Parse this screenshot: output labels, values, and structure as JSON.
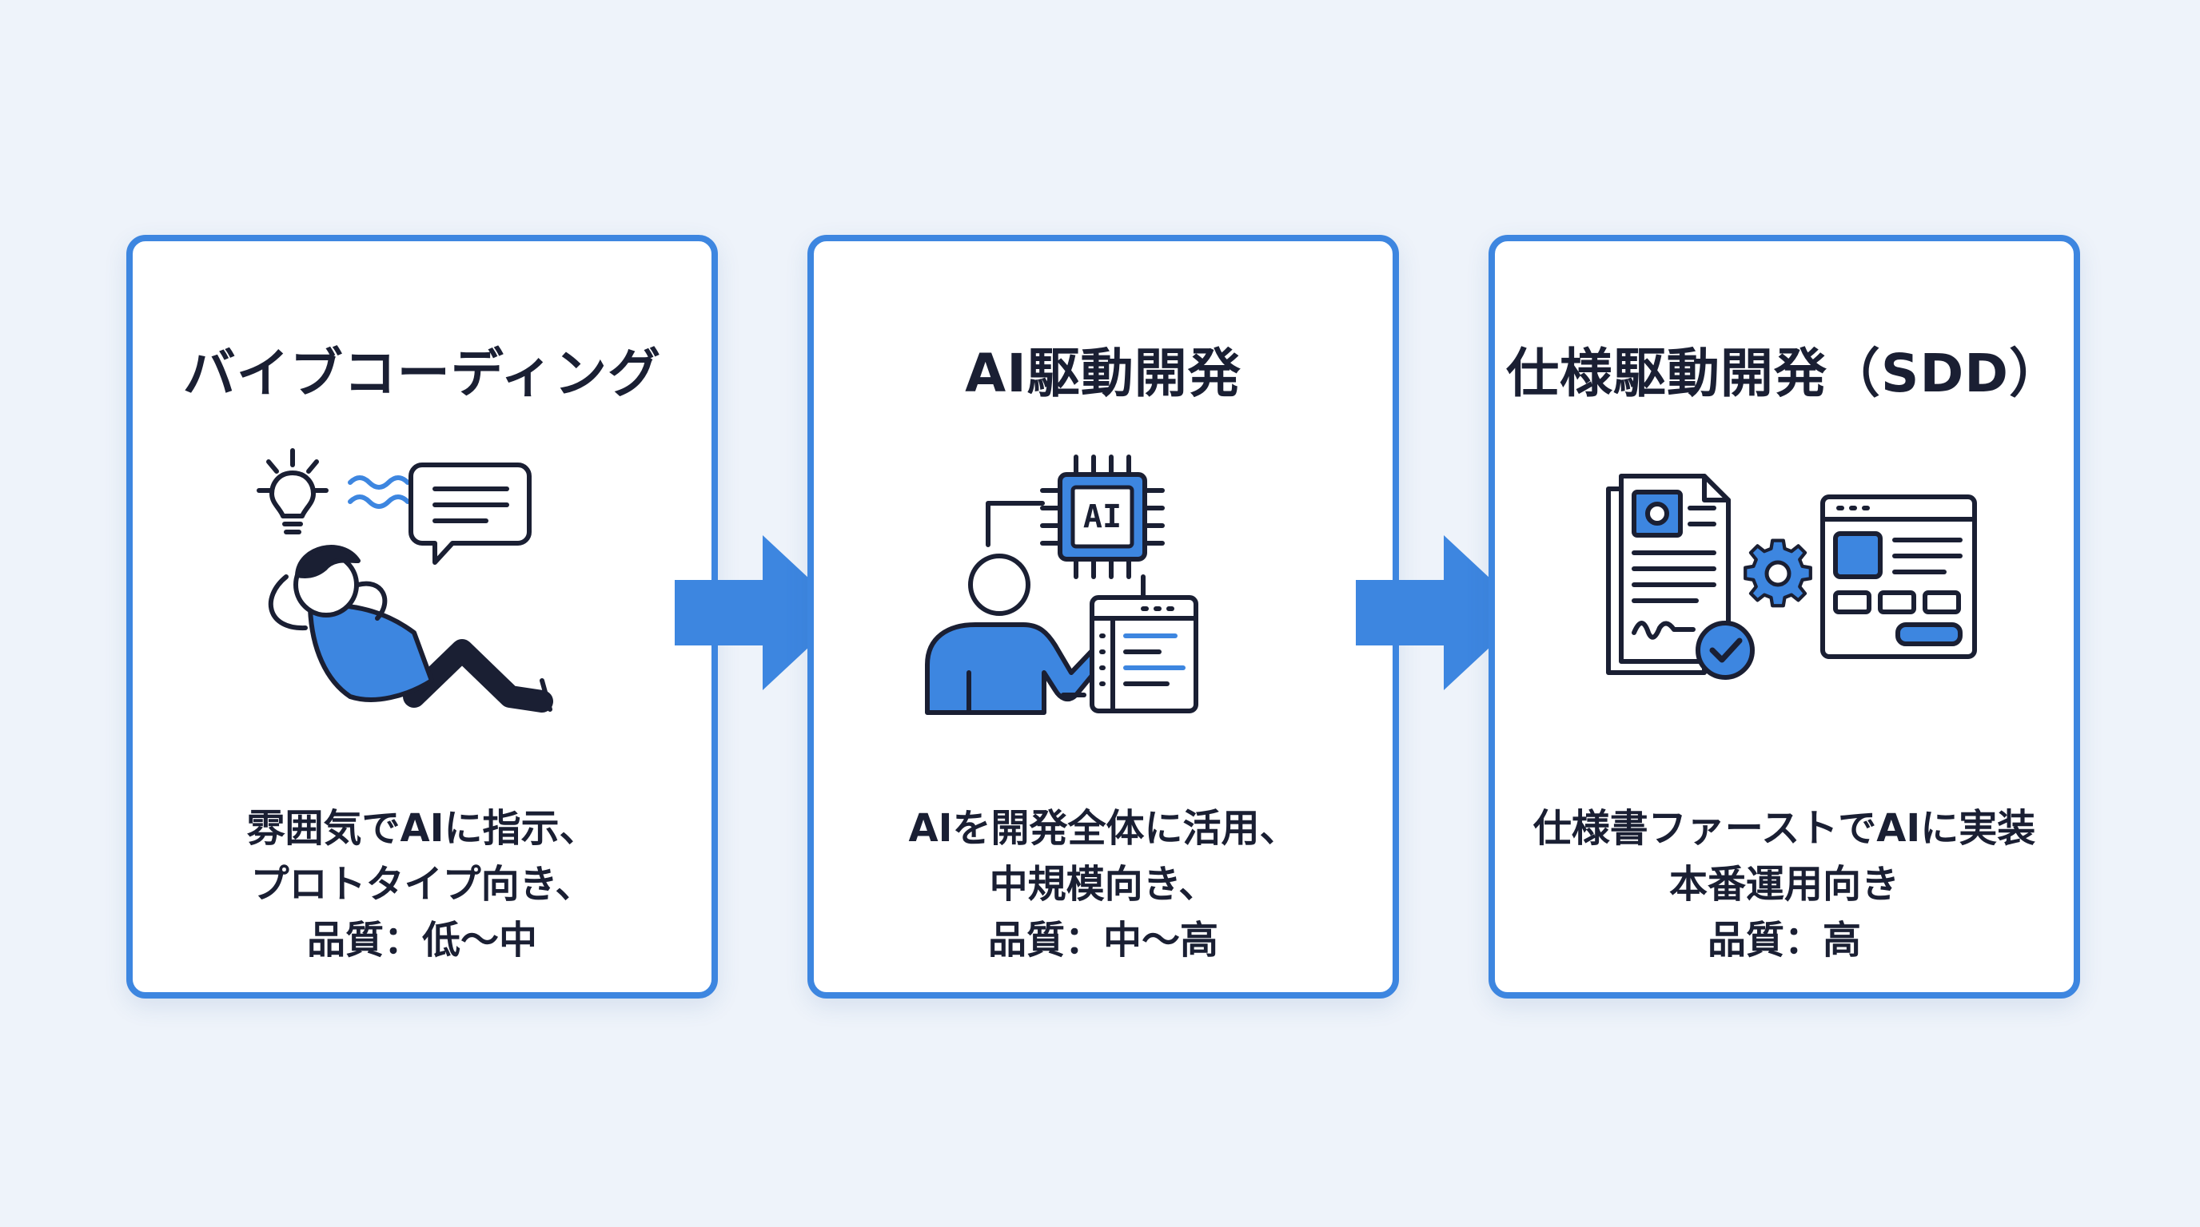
{
  "colors": {
    "accent": "#3d86e0",
    "text": "#1a1f33",
    "background": "#eef3fa",
    "card": "#ffffff"
  },
  "steps": [
    {
      "title": "バイブコーディング",
      "icon": "person-relaxing-with-idea-icon",
      "description": [
        "雰囲気でAIに指示、",
        "プロトタイプ向き、",
        "品質：低〜中"
      ]
    },
    {
      "title": "AI駆動開発",
      "icon": "person-with-ai-chip-icon",
      "chip_label": "AI",
      "description": [
        "AIを開発全体に活用、",
        "中規模向き、",
        "品質：中〜高"
      ]
    },
    {
      "title": "仕様駆動開発（SDD）",
      "icon": "spec-document-to-app-icon",
      "description": [
        "仕様書ファーストでAIに実装",
        "本番運用向き",
        "品質：高"
      ]
    }
  ],
  "arrows": [
    {
      "icon": "arrow-right-icon"
    },
    {
      "icon": "arrow-right-icon"
    }
  ]
}
